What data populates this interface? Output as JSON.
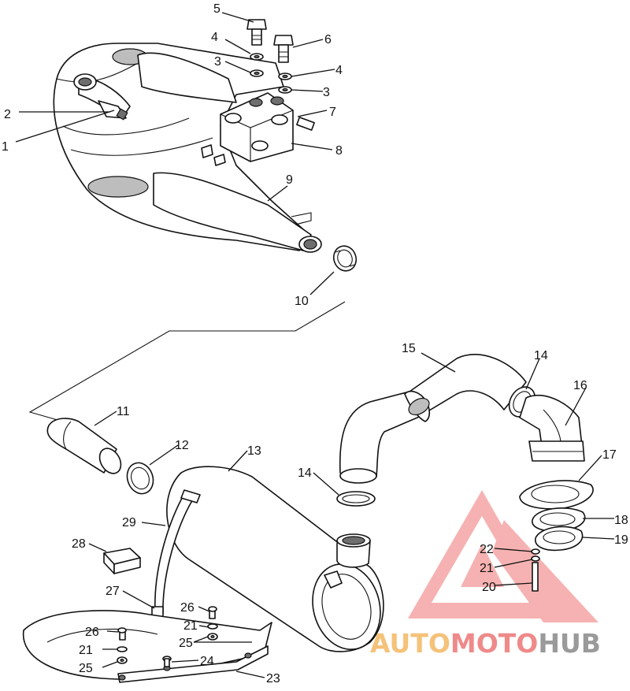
{
  "callouts": [
    {
      "id": "c1",
      "text": "1"
    },
    {
      "id": "c2",
      "text": "2"
    },
    {
      "id": "c3a",
      "text": "3"
    },
    {
      "id": "c3b",
      "text": "3"
    },
    {
      "id": "c4a",
      "text": "4"
    },
    {
      "id": "c4b",
      "text": "4"
    },
    {
      "id": "c5",
      "text": "5"
    },
    {
      "id": "c6",
      "text": "6"
    },
    {
      "id": "c7",
      "text": "7"
    },
    {
      "id": "c8",
      "text": "8"
    },
    {
      "id": "c9",
      "text": "9"
    },
    {
      "id": "c10",
      "text": "10"
    },
    {
      "id": "c11",
      "text": "11"
    },
    {
      "id": "c12",
      "text": "12"
    },
    {
      "id": "c13",
      "text": "13"
    },
    {
      "id": "c14a",
      "text": "14"
    },
    {
      "id": "c14b",
      "text": "14"
    },
    {
      "id": "c15",
      "text": "15"
    },
    {
      "id": "c16",
      "text": "16"
    },
    {
      "id": "c17",
      "text": "17"
    },
    {
      "id": "c18",
      "text": "18"
    },
    {
      "id": "c19",
      "text": "19"
    },
    {
      "id": "c20",
      "text": "20"
    },
    {
      "id": "c21a",
      "text": "21"
    },
    {
      "id": "c21b",
      "text": "21"
    },
    {
      "id": "c21c",
      "text": "21"
    },
    {
      "id": "c22",
      "text": "22"
    },
    {
      "id": "c23",
      "text": "23"
    },
    {
      "id": "c24",
      "text": "24"
    },
    {
      "id": "c25a",
      "text": "25"
    },
    {
      "id": "c25b",
      "text": "25"
    },
    {
      "id": "c26a",
      "text": "26"
    },
    {
      "id": "c26b",
      "text": "26"
    },
    {
      "id": "c27",
      "text": "27"
    },
    {
      "id": "c28",
      "text": "28"
    },
    {
      "id": "c29",
      "text": "29"
    }
  ],
  "watermark": {
    "word_auto": "AUTO",
    "word_moto": "MOTO",
    "word_hub": "HUB",
    "color_auto": "#f5c27a",
    "color_moto": "#ef8a8a",
    "color_hub": "#9a9a9a",
    "logo_color": "#f07b7b"
  },
  "icons": [
    "watermark-logo-icon"
  ]
}
